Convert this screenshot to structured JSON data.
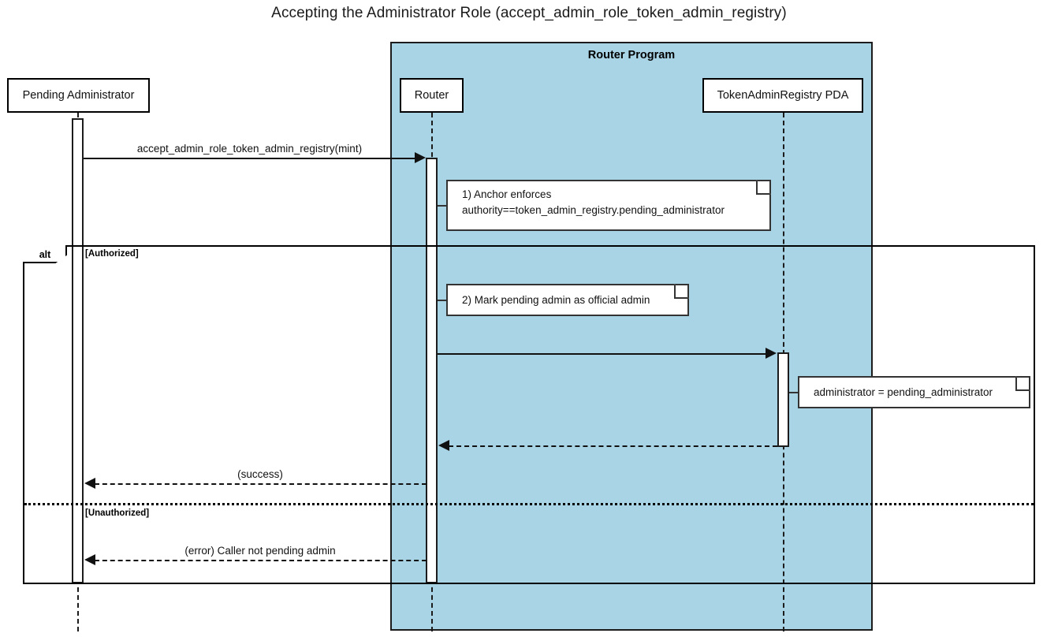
{
  "title": "Accepting the Administrator Role (accept_admin_role_token_admin_registry)",
  "colors": {
    "group_fill": "#a9d4e5",
    "stroke": "#111111",
    "note_fill": "#ffffff",
    "background": "#ffffff"
  },
  "group": {
    "label": "Router Program"
  },
  "participants": [
    {
      "id": "pending-administrator",
      "label": "Pending Administrator"
    },
    {
      "id": "router",
      "label": "Router"
    },
    {
      "id": "token-admin-registry-pda",
      "label": "TokenAdminRegistry PDA"
    }
  ],
  "messages": [
    {
      "id": "m1",
      "label": "accept_admin_role_token_admin_registry(mint)",
      "from": "pending-administrator",
      "to": "router",
      "style": "solid",
      "direction": "right"
    },
    {
      "id": "m2",
      "label": "",
      "from": "router",
      "to": "token-admin-registry-pda",
      "style": "solid",
      "direction": "right"
    },
    {
      "id": "m3",
      "label": "",
      "from": "token-admin-registry-pda",
      "to": "router",
      "style": "dashed",
      "direction": "left"
    },
    {
      "id": "m4",
      "label": "(success)",
      "from": "router",
      "to": "pending-administrator",
      "style": "dashed",
      "direction": "left"
    },
    {
      "id": "m5",
      "label": "(error) Caller not pending admin",
      "from": "router",
      "to": "pending-administrator",
      "style": "dashed",
      "direction": "left"
    }
  ],
  "notes": [
    {
      "id": "note-anchor-enforces",
      "line1": "1) Anchor enforces",
      "line2": "authority==token_admin_registry.pending_administrator",
      "attached_to": "router"
    },
    {
      "id": "note-mark-pending-admin",
      "line1": "2) Mark pending admin as official admin",
      "line2": "",
      "attached_to": "router"
    },
    {
      "id": "note-administrator-assignment",
      "line1": "administrator = pending_administrator",
      "line2": "",
      "attached_to": "token-admin-registry-pda"
    }
  ],
  "fragment": {
    "operator": "alt",
    "guards": [
      {
        "id": "guard-authorized",
        "label": "[Authorized]"
      },
      {
        "id": "guard-unauthorized",
        "label": "[Unauthorized]"
      }
    ]
  }
}
